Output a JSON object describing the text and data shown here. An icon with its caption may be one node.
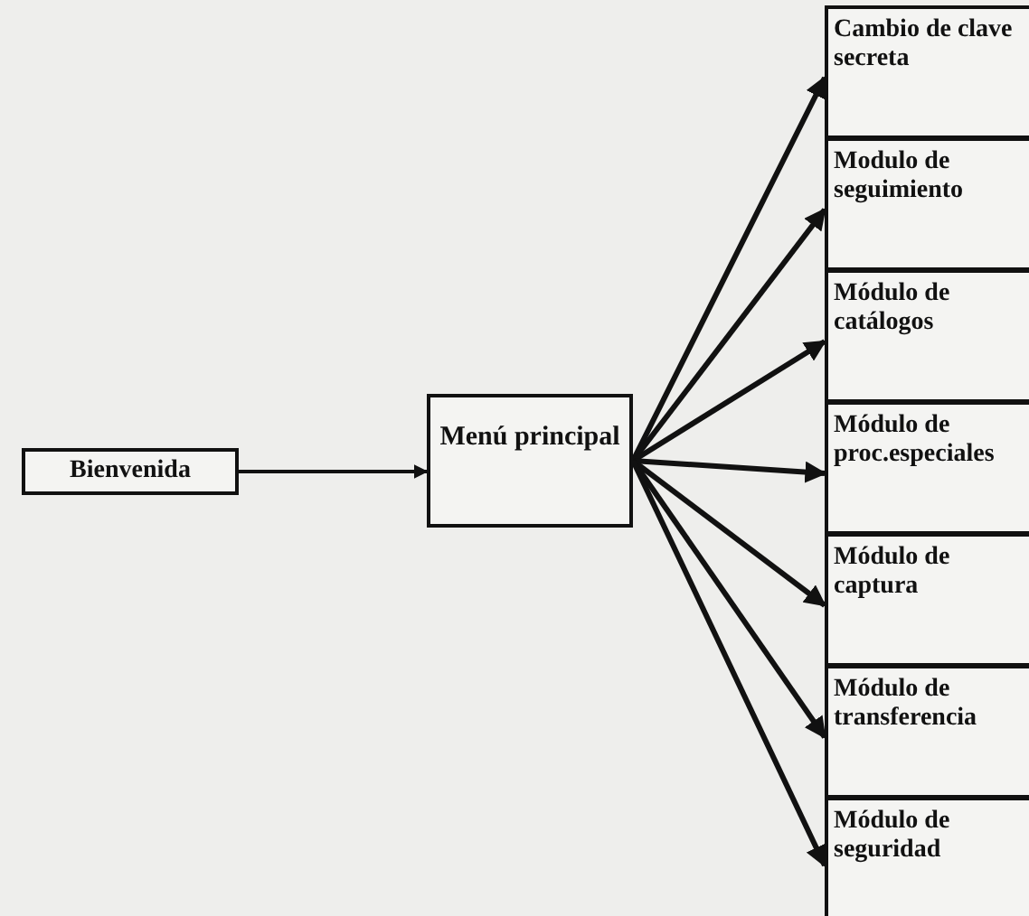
{
  "diagram": {
    "nodes": [
      {
        "text": [
          "Bienvenida"
        ]
      },
      {
        "text": [
          "Menú principal"
        ]
      },
      {
        "text": [
          "Cambio de clave secreta"
        ]
      },
      {
        "text": [
          "Modulo de seguimiento"
        ]
      },
      {
        "text": [
          "Módulo de catálogos"
        ]
      },
      {
        "text": [
          "Módulo de proc.especiales"
        ]
      },
      {
        "text": [
          "Módulo de captura"
        ]
      },
      {
        "text": [
          "Módulo de transferencia"
        ]
      },
      {
        "text": [
          "Módulo de seguridad"
        ]
      }
    ],
    "edges": [
      {
        "from": 0,
        "to": 1,
        "arrow": "to"
      },
      {
        "from": 1,
        "to": 2,
        "arrow": "to"
      },
      {
        "from": 1,
        "to": 3,
        "arrow": "to"
      },
      {
        "from": 1,
        "to": 4,
        "arrow": "to"
      },
      {
        "from": 1,
        "to": 5,
        "arrow": "to"
      },
      {
        "from": 1,
        "to": 6,
        "arrow": "to"
      },
      {
        "from": 1,
        "to": 7,
        "arrow": "to"
      },
      {
        "from": 1,
        "to": 8,
        "arrow": "to"
      }
    ]
  }
}
